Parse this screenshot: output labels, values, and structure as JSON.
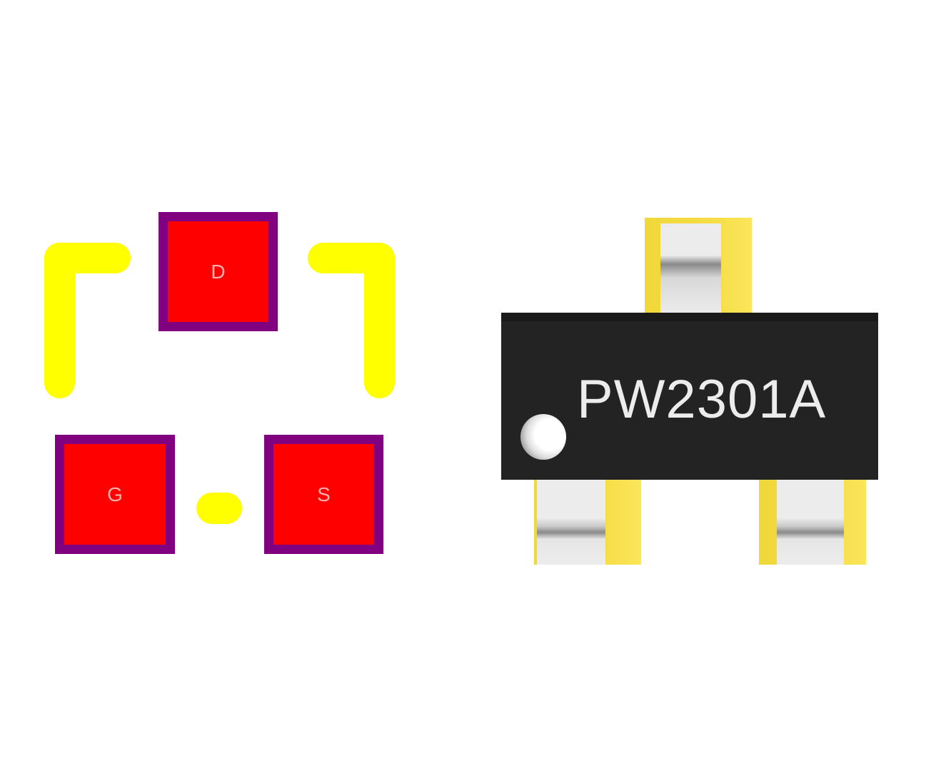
{
  "footprint": {
    "pads": [
      {
        "label": "D"
      },
      {
        "label": "G"
      },
      {
        "label": "S"
      }
    ]
  },
  "model": {
    "marking": "PW2301A"
  },
  "colors": {
    "pad": "#ff0000",
    "pad_outline": "#800080",
    "silkscreen": "#ffff00",
    "body": "#232323",
    "copper": "#f2da40"
  }
}
